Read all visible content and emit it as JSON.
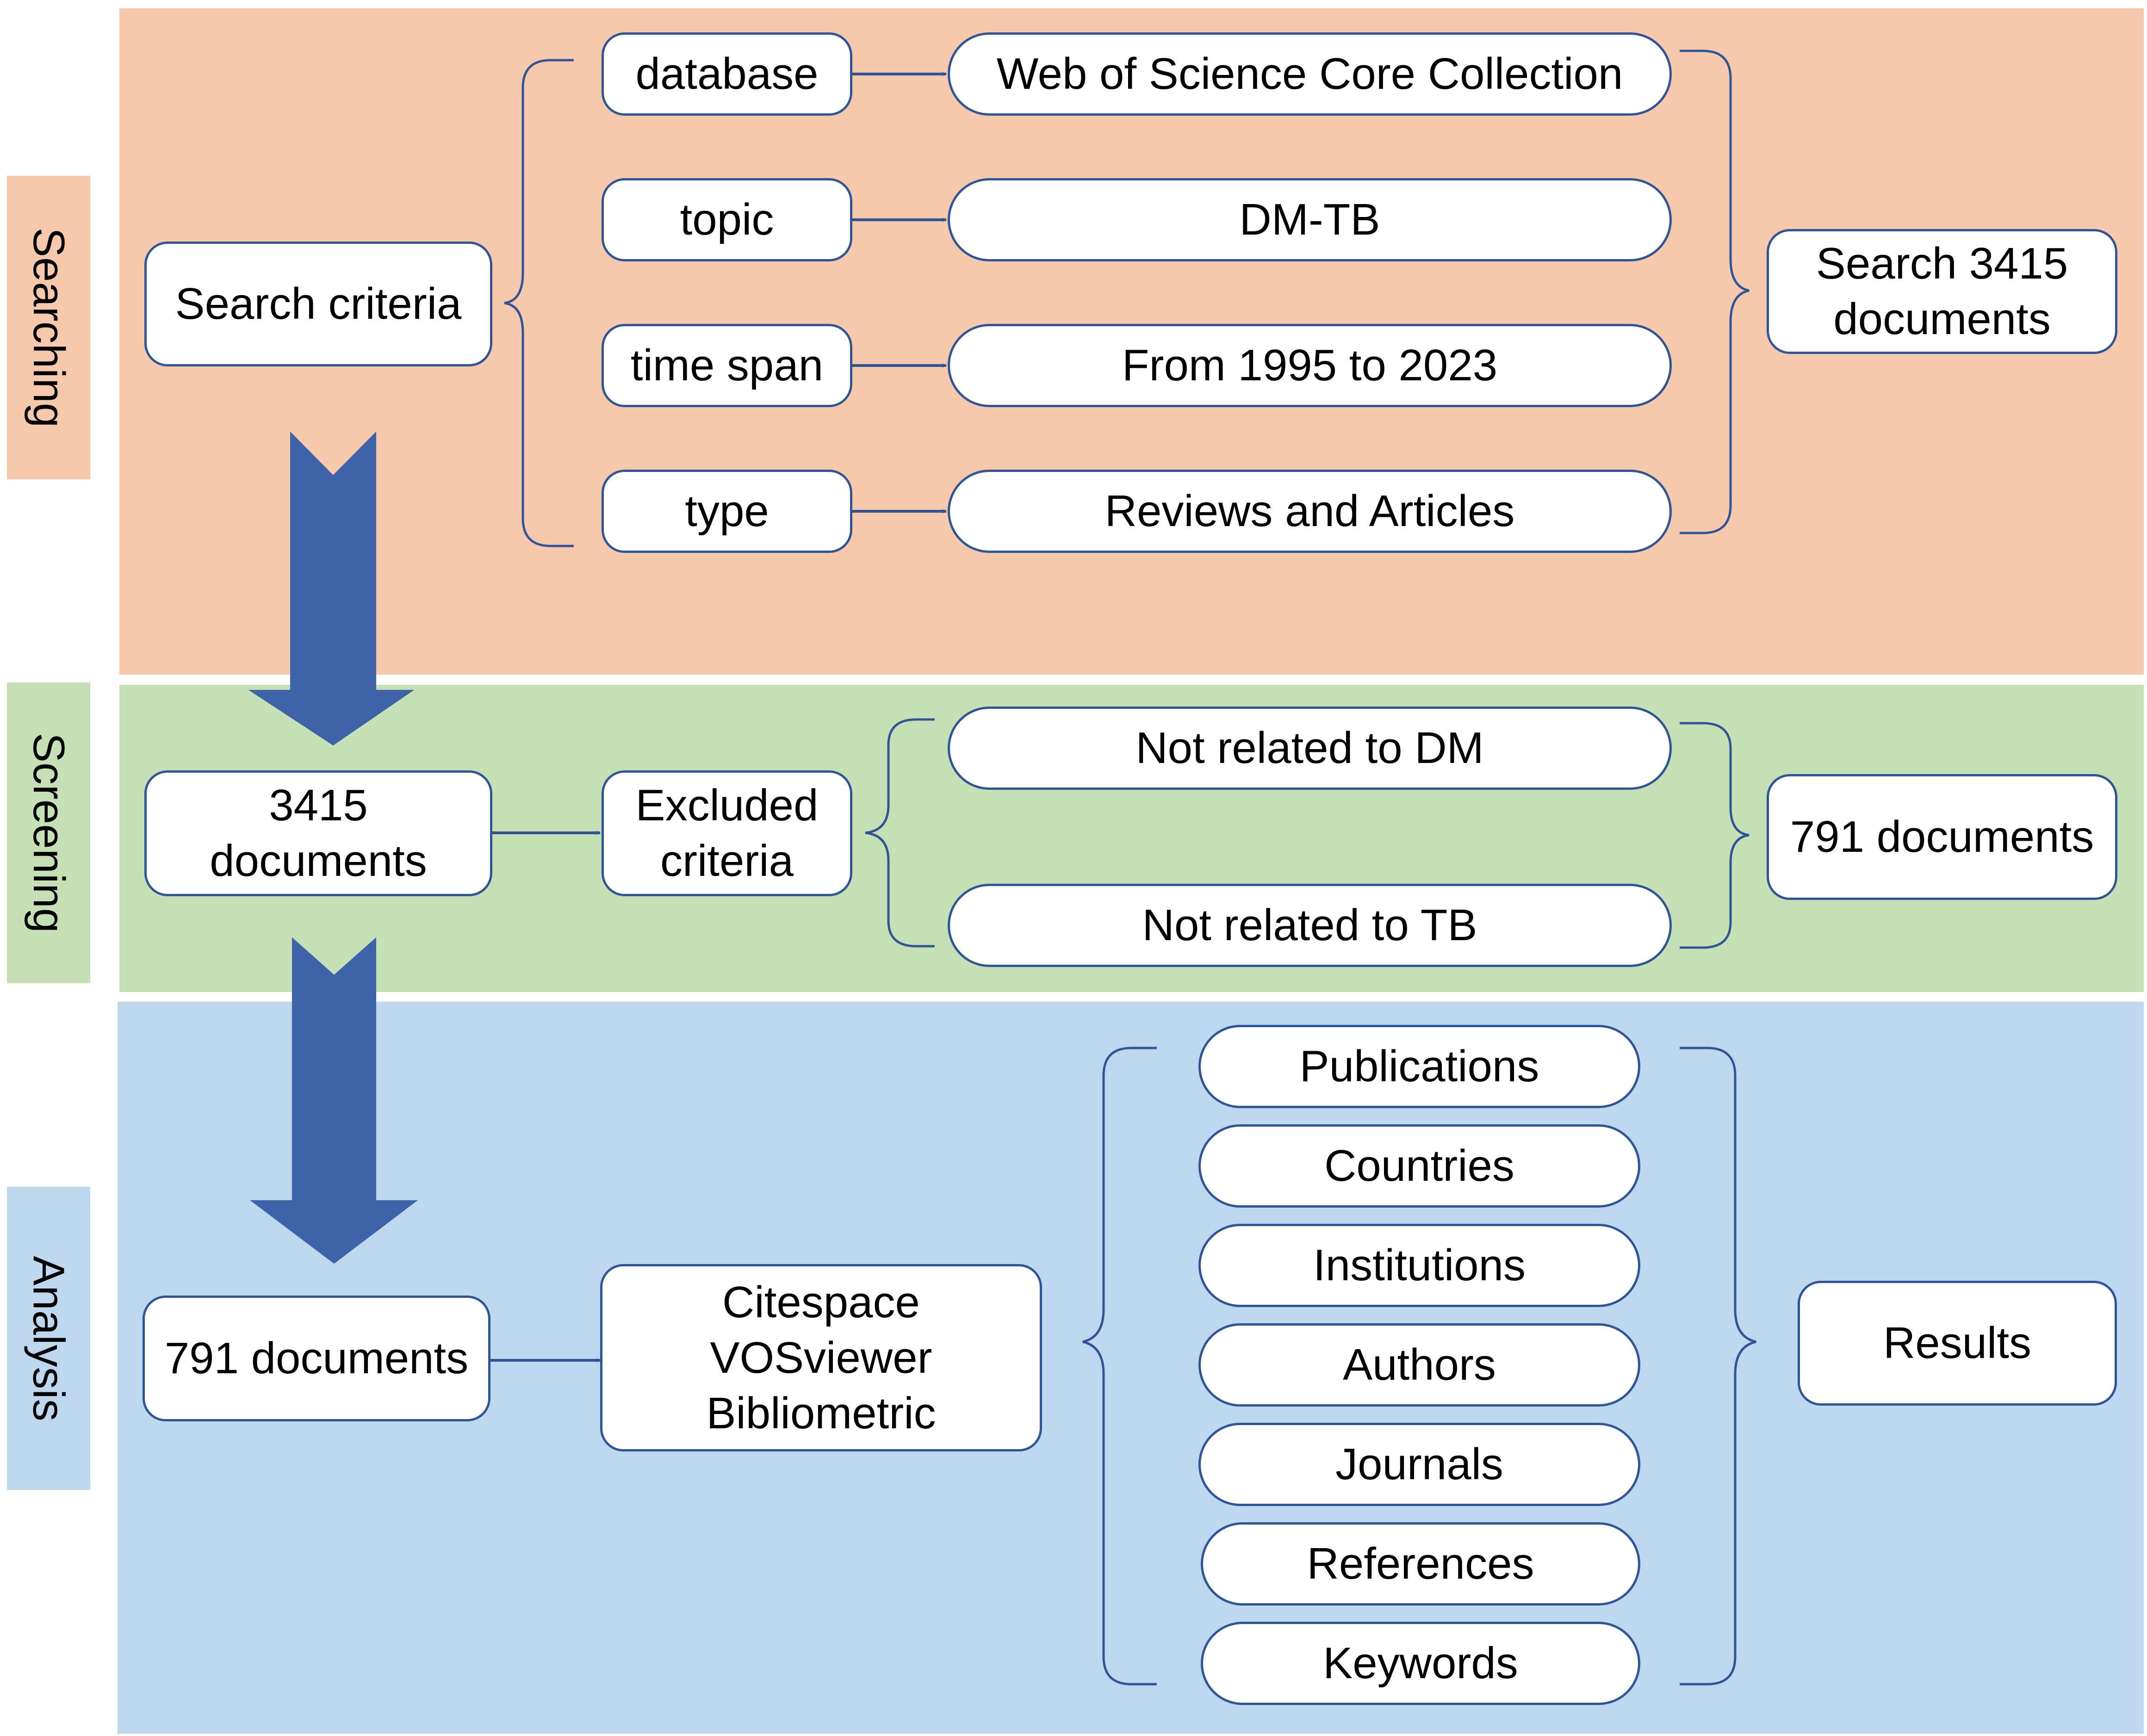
{
  "sections": {
    "searching": "Searching",
    "screening": "Screening",
    "analysis": "Analysis"
  },
  "searching": {
    "criteria_box": "Search criteria",
    "items": [
      {
        "label": "database",
        "value": "Web of Science Core Collection"
      },
      {
        "label": "topic",
        "value": "DM-TB"
      },
      {
        "label": "time span",
        "value": "From 1995 to 2023"
      },
      {
        "label": "type",
        "value": "Reviews and Articles"
      }
    ],
    "result": "Search 3415\ndocuments"
  },
  "screening": {
    "input": "3415\ndocuments",
    "excluded": "Excluded\ncriteria",
    "reasons": [
      "Not related to DM",
      "Not related to TB"
    ],
    "result": "791 documents"
  },
  "analysis": {
    "input": "791 documents",
    "tools": "Citespace\nVOSviewer\nBibliometric",
    "outputs": [
      "Publications",
      "Countries",
      "Institutions",
      "Authors",
      "Journals",
      "References",
      "Keywords"
    ],
    "result": "Results"
  },
  "colors": {
    "searching_bg": "#f7c9ac",
    "screening_bg": "#c5e0b4",
    "analysis_bg": "#bdd7ee",
    "stroke": "#2f5597",
    "big_arrow": "#3f63a9"
  }
}
